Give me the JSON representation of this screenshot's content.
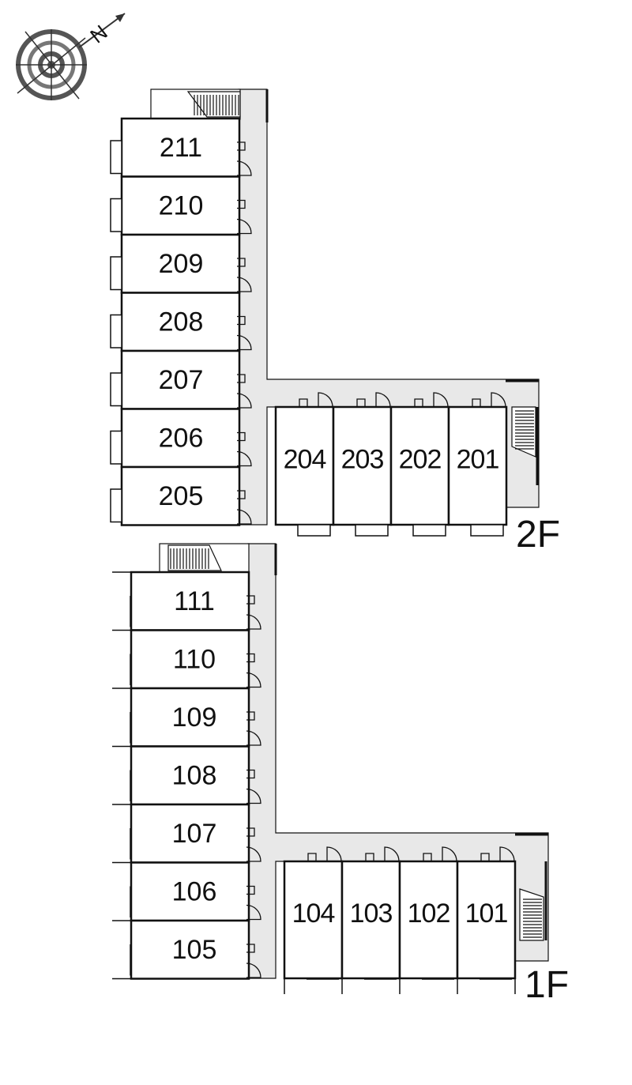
{
  "compass": {
    "label": "N"
  },
  "floors": [
    {
      "name": "2F",
      "wing_units": [
        "211",
        "210",
        "209",
        "208",
        "207",
        "206",
        "205"
      ],
      "row_units": [
        "204",
        "203",
        "202",
        "201"
      ]
    },
    {
      "name": "1F",
      "wing_units": [
        "111",
        "110",
        "109",
        "108",
        "107",
        "106",
        "105"
      ],
      "row_units": [
        "104",
        "103",
        "102",
        "101"
      ]
    }
  ]
}
